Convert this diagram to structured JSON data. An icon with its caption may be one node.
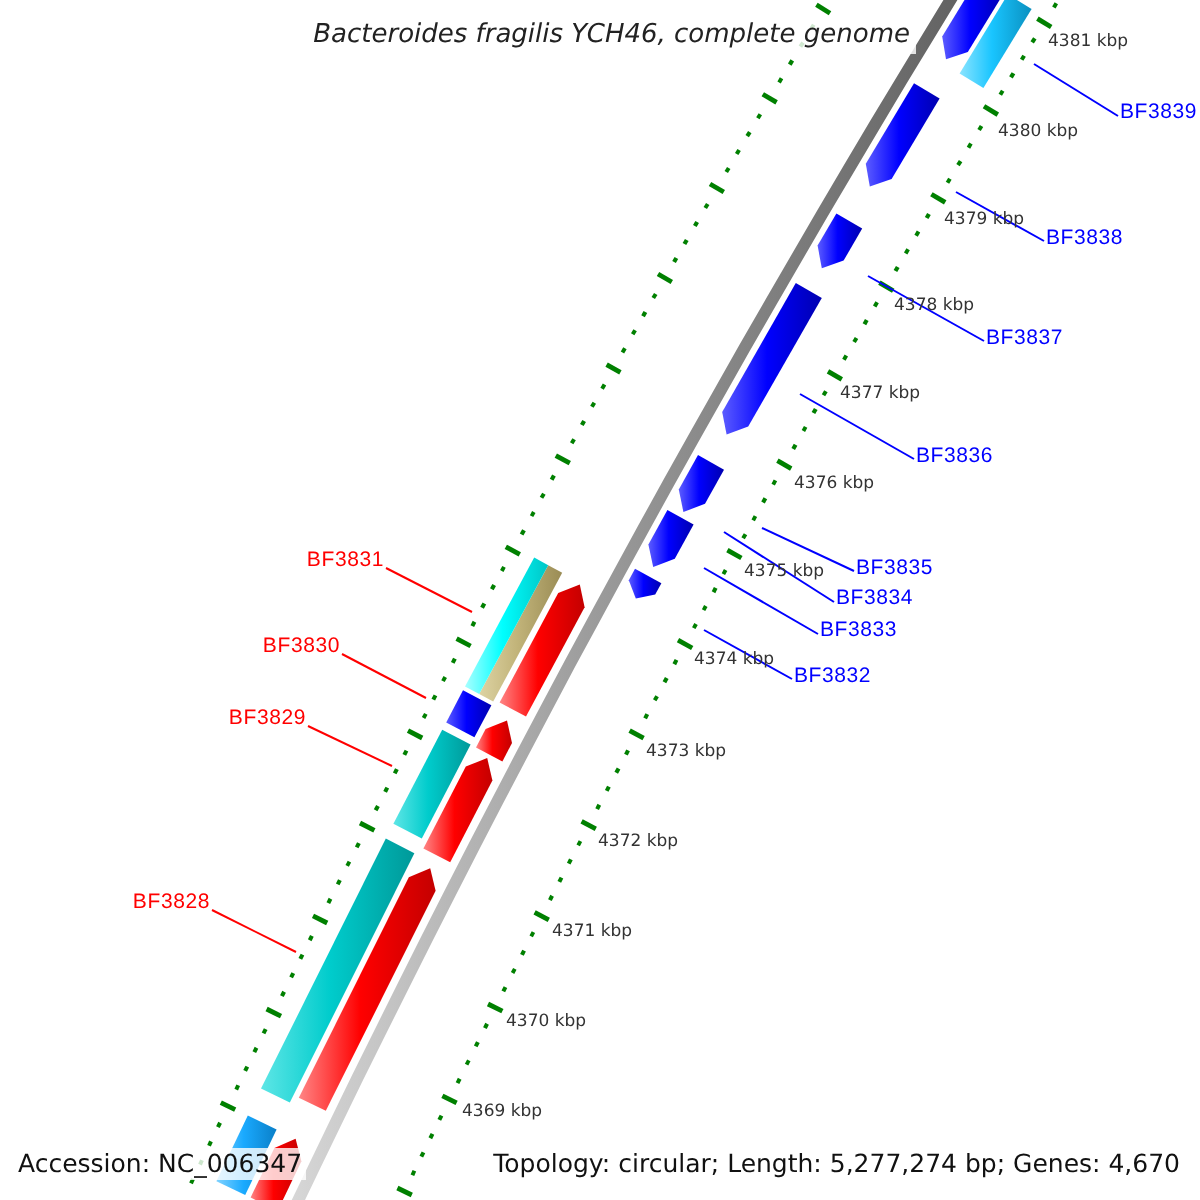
{
  "diagram": {
    "title": "Bacteroides fragilis YCH46, complete genome",
    "nodes": [
      {
        "text": [
          "BF3839"
        ]
      },
      {
        "text": [
          "BF3838"
        ]
      },
      {
        "text": [
          "BF3837"
        ]
      },
      {
        "text": [
          "BF3836"
        ]
      },
      {
        "text": [
          "BF3831"
        ]
      },
      {
        "text": [
          "BF3835"
        ]
      },
      {
        "text": [
          "BF3834"
        ]
      },
      {
        "text": [
          "BF3833"
        ]
      },
      {
        "text": [
          "BF3830"
        ]
      },
      {
        "text": [
          "BF3832"
        ]
      },
      {
        "text": [
          "BF3829"
        ]
      },
      {
        "text": [
          "BF3828"
        ]
      }
    ],
    "edges": [
      {
        "from": 0,
        "to": null,
        "arrow": "none"
      },
      {
        "from": 1,
        "to": null,
        "arrow": "none"
      },
      {
        "from": 2,
        "to": null,
        "arrow": "none"
      },
      {
        "from": 3,
        "to": null,
        "arrow": "none"
      },
      {
        "from": 4,
        "to": null,
        "arrow": "none",
        "color": "#ff0000"
      },
      {
        "from": 5,
        "to": null,
        "arrow": "none"
      },
      {
        "from": 6,
        "to": null,
        "arrow": "none"
      },
      {
        "from": 7,
        "to": null,
        "arrow": "none"
      },
      {
        "from": 8,
        "to": null,
        "arrow": "none",
        "color": "#ff0000"
      },
      {
        "from": 9,
        "to": null,
        "arrow": "none"
      },
      {
        "from": 10,
        "to": null,
        "arrow": "none",
        "color": "#ff0000"
      },
      {
        "from": 11,
        "to": null,
        "arrow": "none",
        "color": "#ff0000"
      }
    ],
    "labels": [
      "4381 kbp",
      "4380 kbp",
      "4379 kbp",
      "4378 kbp",
      "4377 kbp",
      "4376 kbp",
      "4375 kbp",
      "4374 kbp",
      "4373 kbp",
      "4372 kbp",
      "4371 kbp",
      "4370 kbp",
      "4369 kbp",
      "Accession: NC_006347",
      "Topology: circular; Length: 5,277,274 bp; Genes: 4,670"
    ]
  }
}
